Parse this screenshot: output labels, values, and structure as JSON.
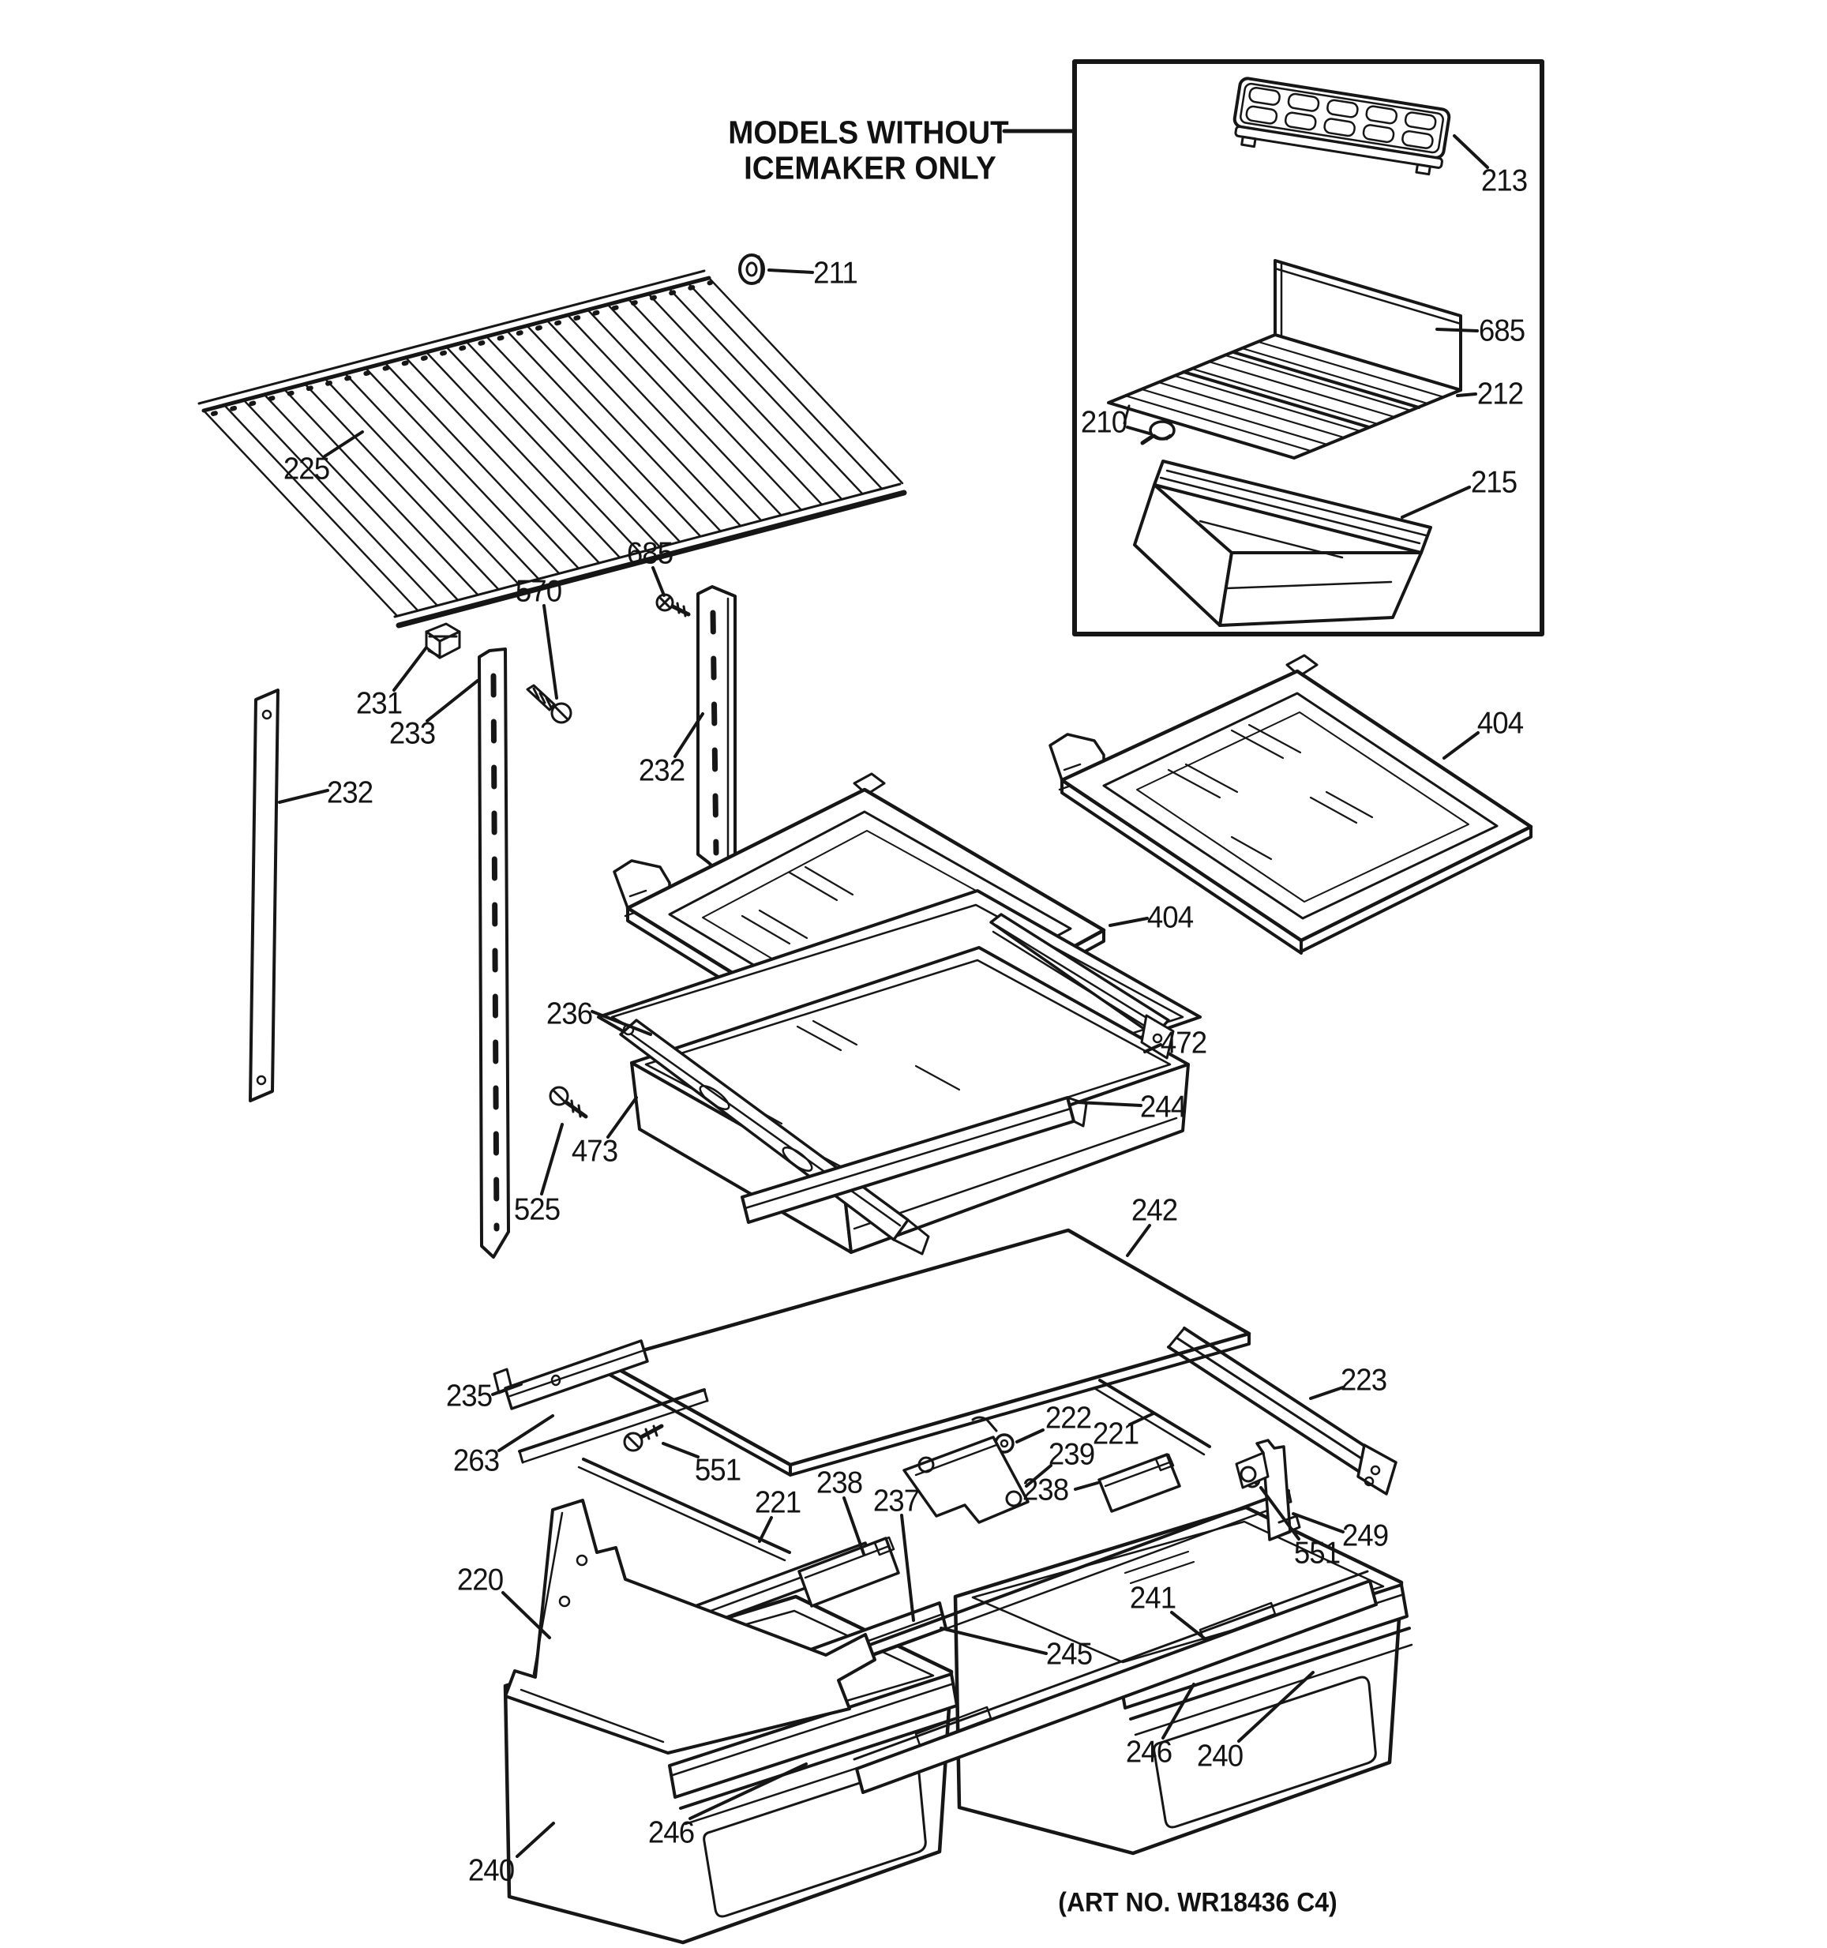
{
  "note": {
    "line1": "MODELS WITHOUT",
    "line2": "ICEMAKER ONLY"
  },
  "art_no": "(ART NO. WR18436 C4)",
  "colors": {
    "ink": "#161616",
    "background": "#ffffff"
  },
  "labels": {
    "l213": "213",
    "l685_box": "685",
    "l212": "212",
    "l210": "210",
    "l215": "215",
    "l211": "211",
    "l225": "225",
    "l685_mid": "685",
    "l570": "570",
    "l231": "231",
    "l233": "233",
    "l232_right": "232",
    "l232_left": "232",
    "l404_top": "404",
    "l404_mid": "404",
    "l236": "236",
    "l472": "472",
    "l473": "473",
    "l525": "525",
    "l244": "244",
    "l242": "242",
    "l235": "235",
    "l263": "263",
    "l551_left": "551",
    "l221_left": "221",
    "l238_left": "238",
    "l237": "237",
    "l222": "222",
    "l221_right": "221",
    "l239": "239",
    "l238_right": "238",
    "l551_right": "551",
    "l249": "249",
    "l223": "223",
    "l241": "241",
    "l245": "245",
    "l220": "220",
    "l240_left": "240",
    "l246_left": "246",
    "l246_right": "246",
    "l240_right": "240"
  }
}
